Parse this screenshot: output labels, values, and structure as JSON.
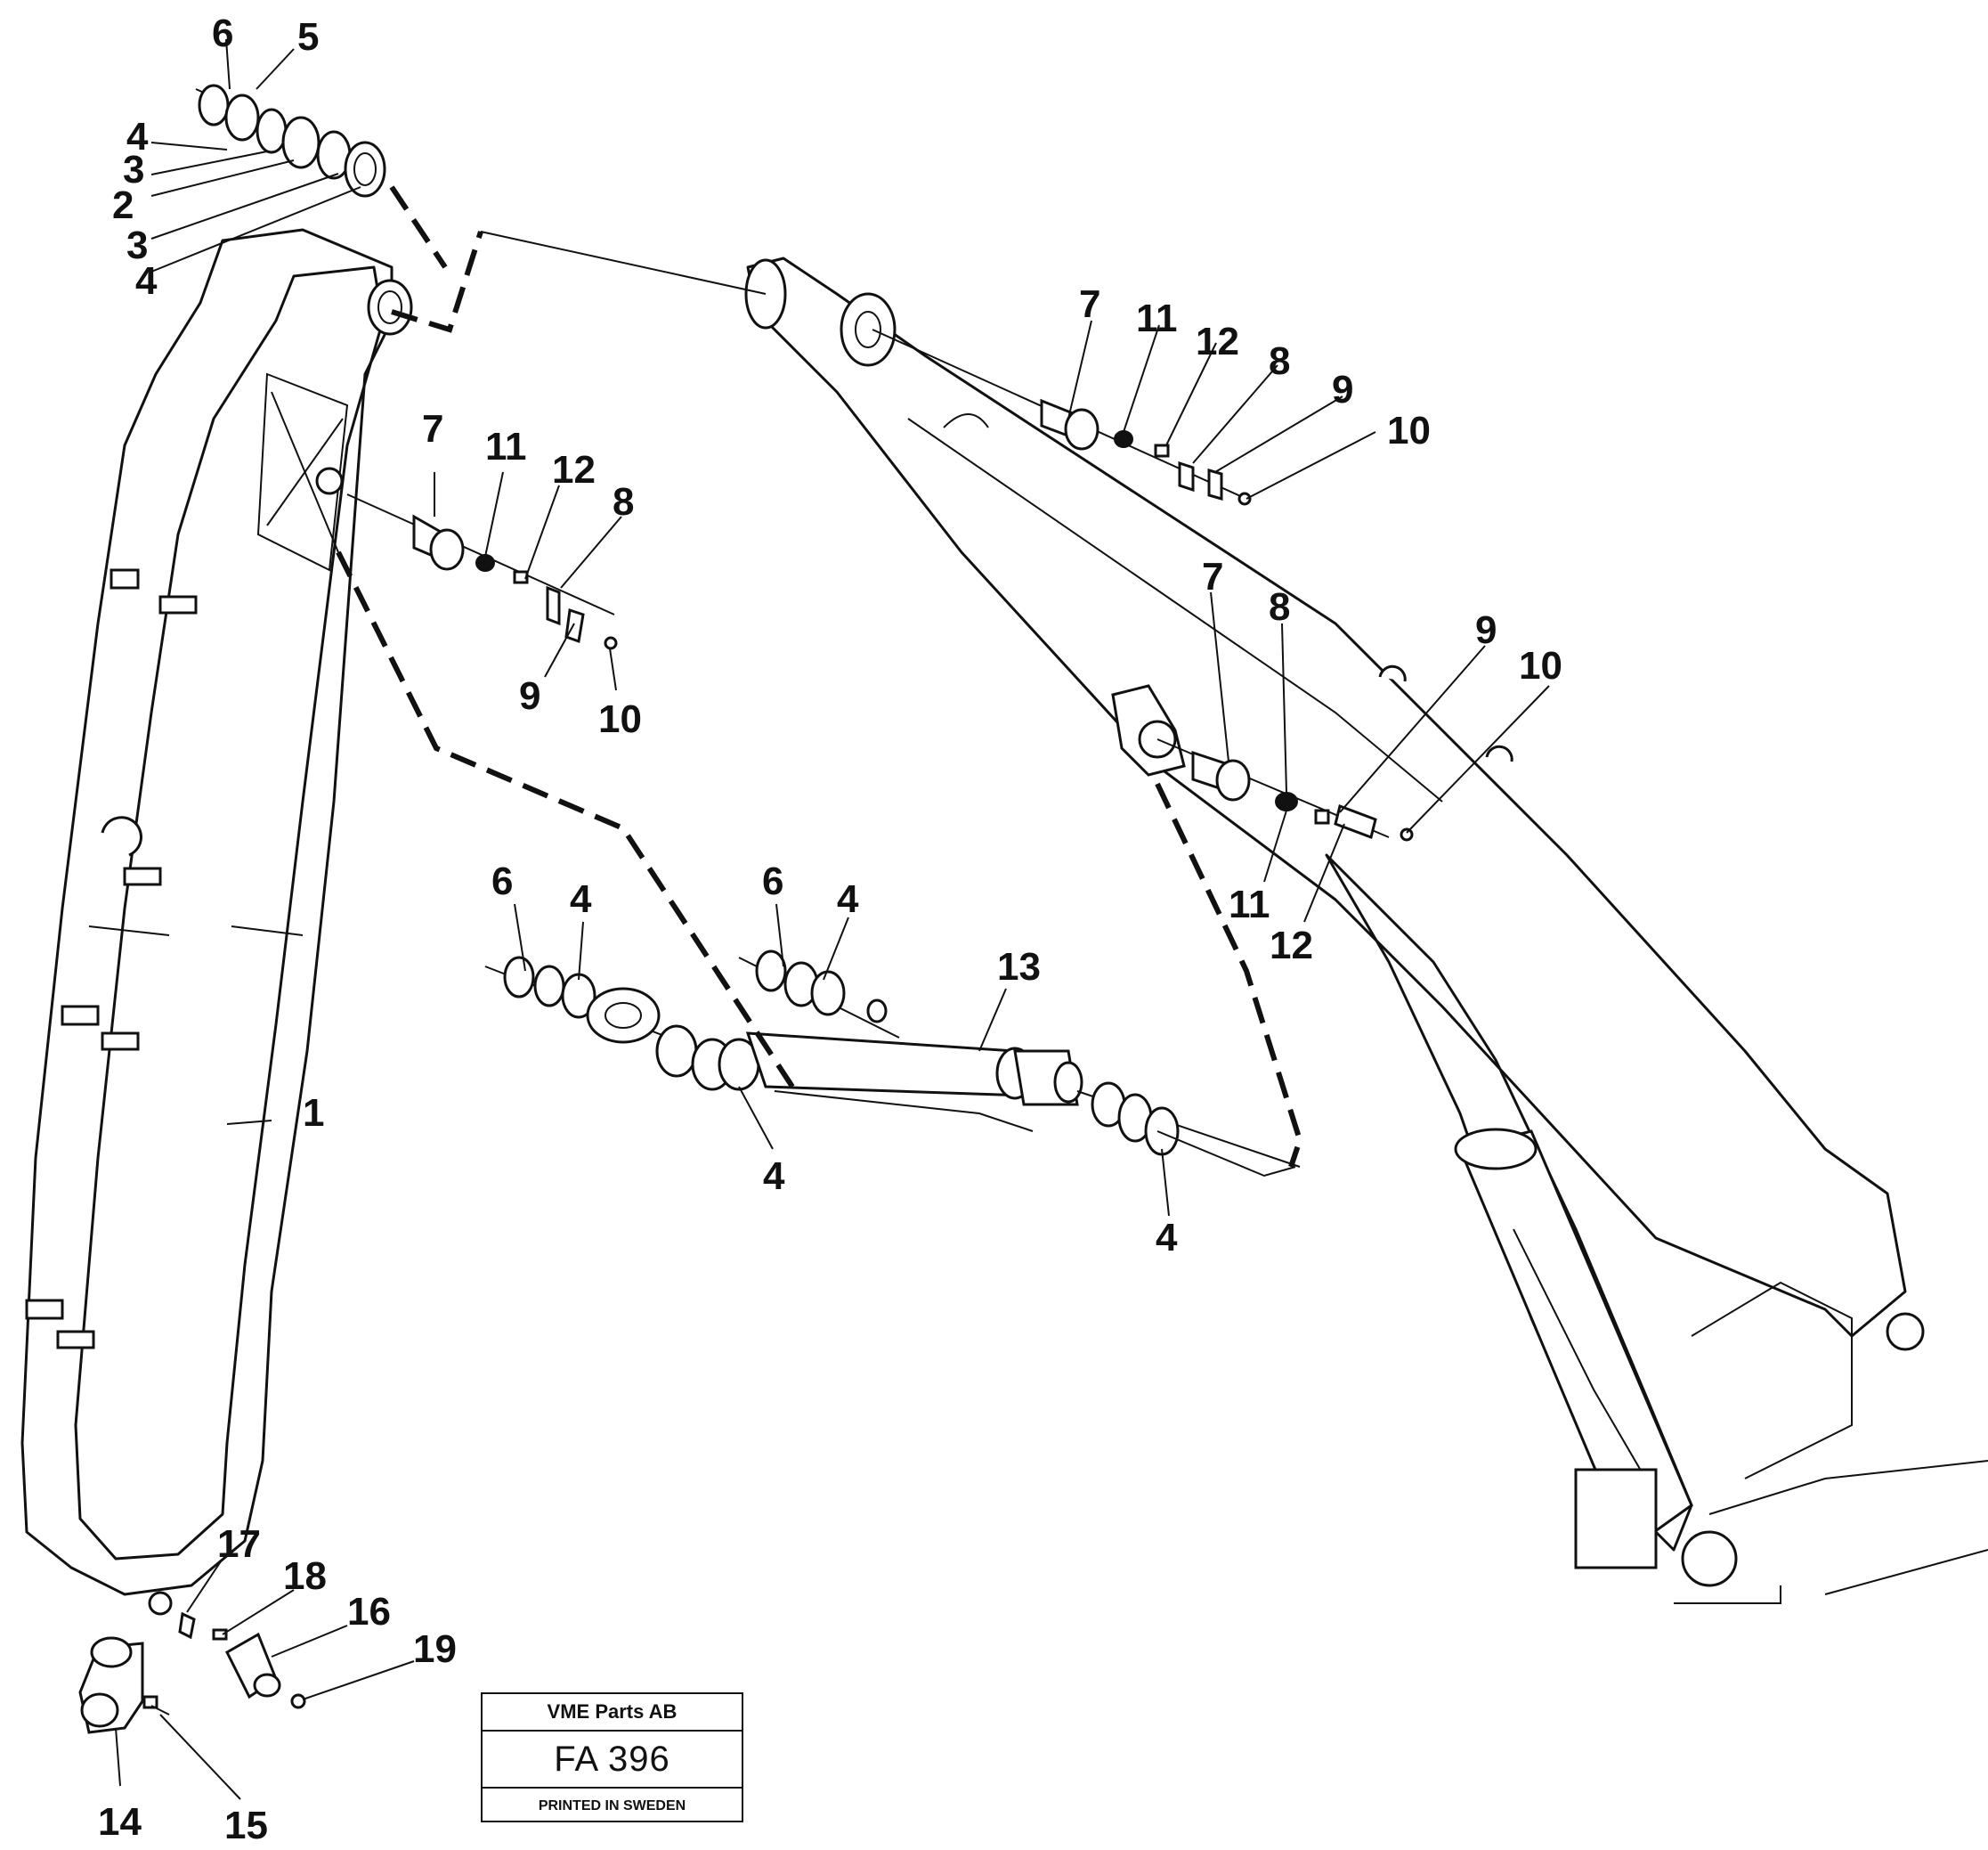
{
  "title_block": {
    "company": "VME Parts AB",
    "drawing_code": "FA 396",
    "printed": "PRINTED IN SWEDEN"
  },
  "callouts": {
    "c1": "1",
    "c2": "2",
    "c3": "3",
    "c4": "4",
    "c5": "5",
    "c6": "6",
    "c7": "7",
    "c8": "8",
    "c9": "9",
    "c10": "10",
    "c11": "11",
    "c12": "12",
    "c13": "13",
    "c14": "14",
    "c15": "15",
    "c16": "16",
    "c17": "17",
    "c18": "18",
    "c19": "19"
  }
}
